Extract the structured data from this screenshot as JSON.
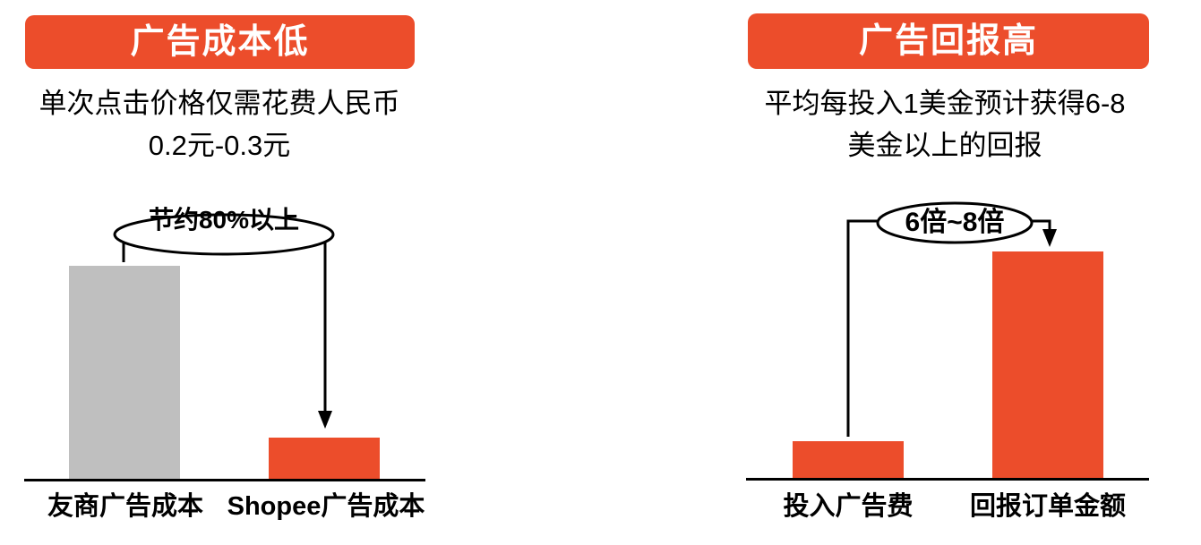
{
  "page": {
    "background": "#FFFFFF"
  },
  "colors": {
    "accent_orange": "#EC4D2B",
    "neutral_gray": "#BFBFBF",
    "line_black": "#000000",
    "banner_text": "#FFFFFF"
  },
  "panels": [
    {
      "id": "ad-cost-low",
      "header": "广告成本低",
      "subtitle_line1": "单次点击价格仅需花费人民币",
      "subtitle_line2": "0.2元-0.3元"
    },
    {
      "id": "ad-return-high",
      "header": "广告回报高",
      "subtitle_line1": "平均每投入1美金预计获得6-8",
      "subtitle_line2": "美金以上的回报"
    }
  ],
  "chart_data": [
    {
      "type": "bar",
      "title": "广告成本低",
      "categories": [
        "友商广告成本",
        "Shopee广告成本"
      ],
      "values": [
        100,
        20
      ],
      "annotation": "节约80%以上",
      "bar_colors": [
        "#BFBFBF",
        "#EC4D2B"
      ],
      "ylim": [
        0,
        100
      ],
      "grid": false,
      "legend": "none",
      "y_axis_ticks_shown": false
    },
    {
      "type": "bar",
      "title": "广告回报高",
      "categories": [
        "投入广告费",
        "回报订单金额"
      ],
      "values": [
        1,
        6
      ],
      "annotation": "6倍~8倍",
      "bar_colors": [
        "#EC4D2B",
        "#EC4D2B"
      ],
      "ylim": [
        0,
        6
      ],
      "grid": false,
      "legend": "none",
      "y_axis_ticks_shown": false
    }
  ]
}
